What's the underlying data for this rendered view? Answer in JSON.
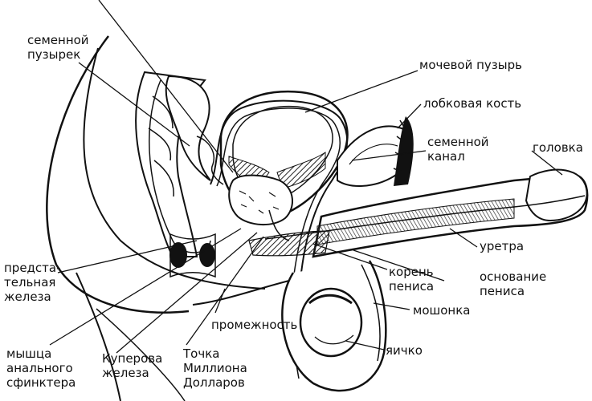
{
  "labels": {
    "seminal_vesicle": [
      "семенной",
      "пузырек"
    ],
    "bladder": "мочевой пузырь",
    "pubic_bone": "лобковая кость",
    "vas_deferens": [
      "семенной",
      "канал"
    ],
    "glans": "головка",
    "urethra": "уретра",
    "prostate": [
      "предста-",
      "тельная",
      "железа"
    ],
    "root": [
      "корень",
      "пениса"
    ],
    "base": [
      "основание",
      "пениса"
    ],
    "scrotum": "мошонка",
    "perineum": "промежность",
    "testis": "яичко",
    "anal_sphincter": [
      "мышца",
      "анального",
      "сфинктера"
    ],
    "cowper": [
      "Куперова",
      "железа"
    ],
    "million_point": [
      "Точка",
      "Миллиона",
      "Долларов"
    ]
  }
}
